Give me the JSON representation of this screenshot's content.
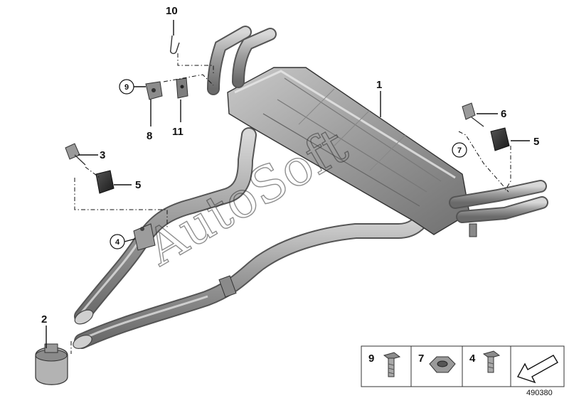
{
  "watermark": "AutoSoft",
  "document_number": "490380",
  "callouts": [
    {
      "id": "callout-1",
      "label": "1"
    },
    {
      "id": "callout-2",
      "label": "2"
    },
    {
      "id": "callout-3",
      "label": "3"
    },
    {
      "id": "callout-4",
      "label": "4"
    },
    {
      "id": "callout-5a",
      "label": "5"
    },
    {
      "id": "callout-5b",
      "label": "5"
    },
    {
      "id": "callout-6",
      "label": "6"
    },
    {
      "id": "callout-7",
      "label": "7"
    },
    {
      "id": "callout-8",
      "label": "8"
    },
    {
      "id": "callout-9",
      "label": "9"
    },
    {
      "id": "callout-10",
      "label": "10"
    },
    {
      "id": "callout-11",
      "label": "11"
    }
  ],
  "legend": [
    {
      "label": "9",
      "part": "hex-bolt-icon"
    },
    {
      "label": "7",
      "part": "hex-nut-icon"
    },
    {
      "label": "4",
      "part": "hex-bolt-icon"
    },
    {
      "label": "",
      "part": "direction-arrow-icon"
    }
  ]
}
